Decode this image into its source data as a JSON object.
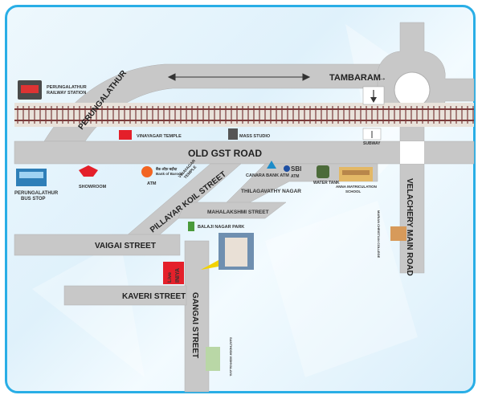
{
  "colors": {
    "road": "#c8c8c8",
    "border": "#29aee6",
    "rail": "#7a3b3b",
    "marker": "#f2d200",
    "brand_red": "#e4202a"
  },
  "roads": {
    "tambaram": "TAMBARAM",
    "perungalathur": "PERUNGALATHUR",
    "old_gst": "OLD GST ROAD",
    "velachery": "VELACHERY MAIN ROAD",
    "pillayar": "PILLAYAR KOIL STREET",
    "vaigai": "VAIGAI STREET",
    "kaveri": "KAVERI STREET",
    "gangai": "GANGAI STREET",
    "thilagavathy": "THILAGAVATHY NAGAR",
    "mahalakshmi": "MAHALAKSHMI STREET"
  },
  "landmarks": {
    "railway_station": "PERUNGALATHUR RAILWAY STATION",
    "bus_stop": "PERUNGALATHUR BUS STOP",
    "vinayagar_temple": "VINAYAGAR TEMPLE",
    "mass_studio": "MASS STUDIO",
    "subway": "SUBWAY",
    "showroom": "SHOWROOM",
    "bob_name": "बैंक ऑफ़ बड़ौदा Bank of Baroda",
    "bob_atm": "ATM",
    "vinayagar_temple_2": "VINAYAGAR TEMPLE",
    "canara": "CANARA BANK ATM",
    "sbi": "SBI",
    "sbi_atm": "ATM",
    "water_tank": "WATER TANK",
    "anna_school": "ANNA MATRICULATION SCHOOL",
    "balaji_park": "BALAJI NAGAR PARK",
    "church": "MARIAN CHRISTIAN COLLEGE",
    "santhosh": "SANTHOSH VIDHYALAYA"
  },
  "brand": {
    "live": "Live",
    "iniya": "INIYA"
  }
}
